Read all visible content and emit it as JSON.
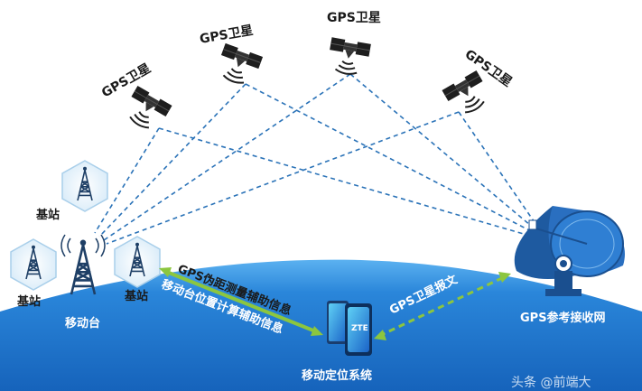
{
  "labels": {
    "satellite": "GPS卫星",
    "base_station": "基站",
    "mobile_station": "移动台",
    "reference_network": "GPS参考接收网",
    "positioning_system": "移动定位系统",
    "pseudorange_info": "GPS伪距测量辅助信息",
    "position_calc_info": "移动台位置计算辅助信息",
    "satellite_message": "GPS卫星报文",
    "phone_brand": "ZTE",
    "watermark": "头条 @前端大"
  },
  "colors": {
    "earth": "#1f78d1",
    "earth_light": "#4aa3ee",
    "dashed_link": "#2b73b8",
    "green_link": "#8cc63f",
    "text_dark": "#1a1a1a",
    "text_white": "#ffffff"
  },
  "icons": [
    "satellite-icon",
    "tower-icon",
    "dish-icon",
    "phone-icon"
  ]
}
